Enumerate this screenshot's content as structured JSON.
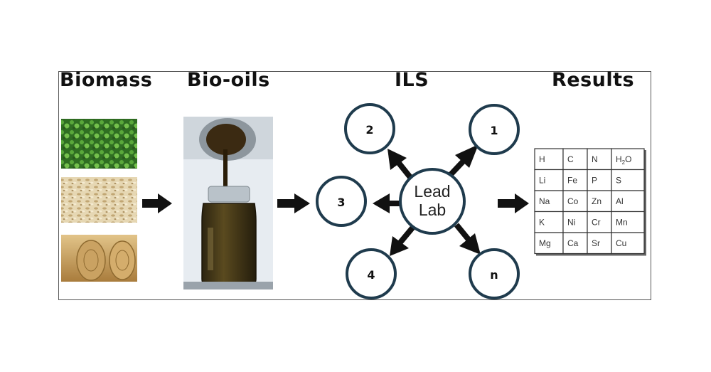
{
  "headings": {
    "biomass": "Biomass",
    "biooils": "Bio-oils",
    "ils": "ILS",
    "results": "Results"
  },
  "hub": {
    "line1": "Lead",
    "line2": "Lab"
  },
  "satellites": [
    "1",
    "2",
    "3",
    "4",
    "n"
  ],
  "element_table": {
    "rows": [
      [
        "H",
        "C",
        "N",
        "H2O"
      ],
      [
        "Li",
        "Fe",
        "P",
        "S"
      ],
      [
        "Na",
        "Co",
        "Zn",
        "Al"
      ],
      [
        "K",
        "Ni",
        "Cr",
        "Mn"
      ],
      [
        "Mg",
        "Ca",
        "Sr",
        "Cu"
      ]
    ]
  },
  "colors": {
    "circle_stroke": "#1f3b4d",
    "arrow": "#111111",
    "grass": "#3f8a2c",
    "chips": "#d8c59a",
    "bales": "#c9a05e",
    "oil": "#3b3015"
  }
}
